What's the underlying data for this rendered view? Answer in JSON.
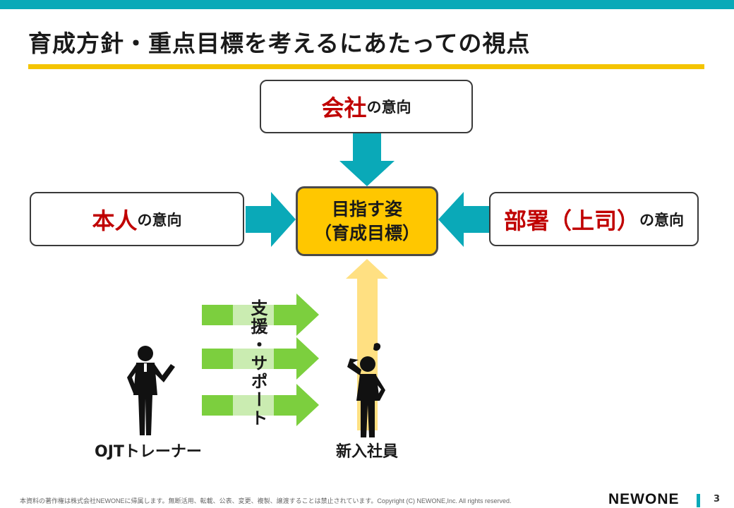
{
  "title": "育成方針・重点目標を考えるにあたっての視点",
  "boxes": {
    "company": {
      "highlight": "会社",
      "suffix": "の意向"
    },
    "self": {
      "highlight": "本人",
      "suffix": "の意向"
    },
    "dept": {
      "highlight": "部署（上司）",
      "suffix": "の意向"
    },
    "goal": {
      "line1": "目指す姿",
      "line2": "（育成目標）"
    }
  },
  "support_label": "支援・サポート",
  "people": {
    "trainer": "OJTトレーナー",
    "new_hire": "新入社員"
  },
  "footer": "本資料の著作権は株式会社NEWONEに帰属します。無断活用、転載、公表、変更、複製、譲渡することは禁止されています。Copyright (C) NEWONE,Inc.  All rights reserved.",
  "logo": "NEWONE",
  "page_number": "3",
  "colors": {
    "accent_teal": "#0aa9b8",
    "title_rule": "#f4c400",
    "highlight_red": "#c00000",
    "goal_fill": "#ffc700",
    "support_green": "#7ccf3e"
  }
}
